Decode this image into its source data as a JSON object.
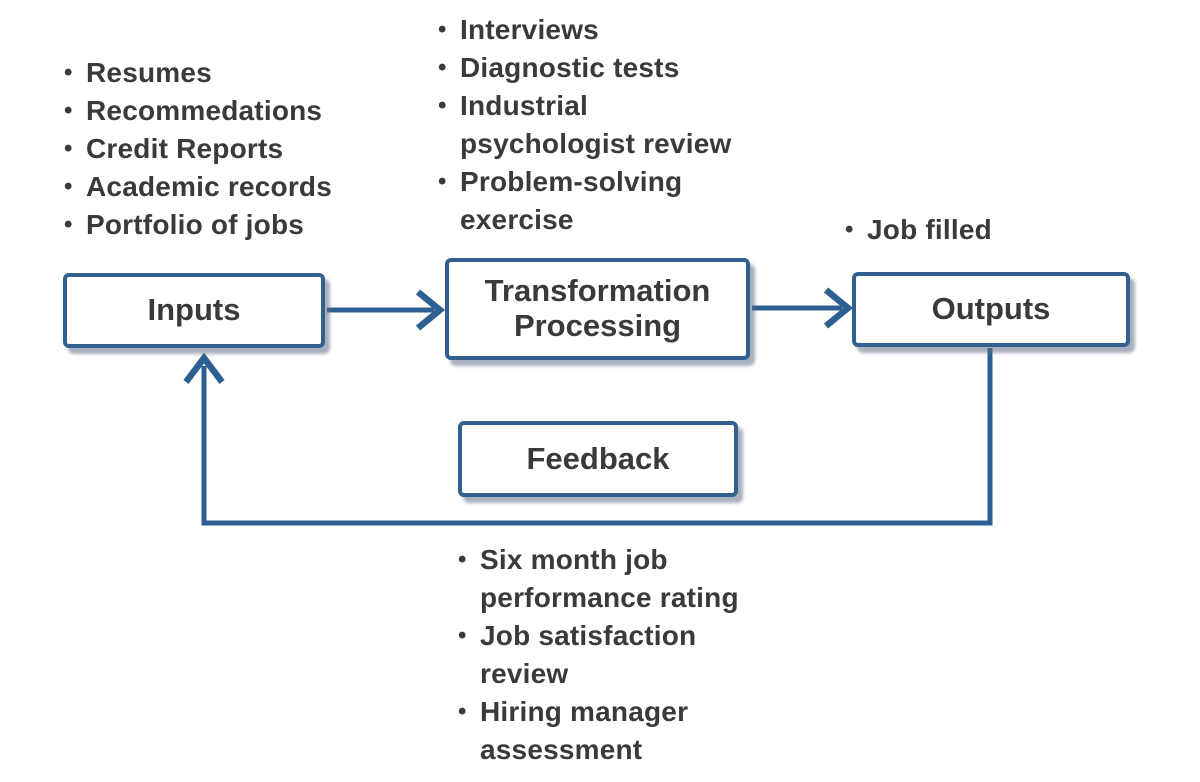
{
  "title": "Hiring process input-process-output diagram",
  "colors": {
    "accent": "#34608f",
    "arrow": "#2e5f92",
    "text": "#3a3a3a",
    "box_fill": "#ffffff",
    "background": "#ffffff"
  },
  "boxes": {
    "inputs": "Inputs",
    "transformation": "Transformation\nProcessing",
    "outputs": "Outputs",
    "feedback": "Feedback"
  },
  "lists": {
    "inputs": {
      "items": [
        "Resumes",
        "Recommedations",
        "Credit Reports",
        "Academic records",
        "Portfolio of jobs"
      ]
    },
    "processing": {
      "items": [
        "Interviews",
        "Diagnostic tests",
        "Industrial\npsychologist review",
        "Problem-solving\nexercise"
      ]
    },
    "outputs": {
      "items": [
        "Job filled"
      ]
    },
    "feedback": {
      "items": [
        "Six month job\nperformance rating",
        "Job satisfaction\nreview",
        "Hiring manager\nassessment"
      ]
    }
  },
  "connections": [
    {
      "from": "Inputs",
      "to": "Transformation Processing",
      "type": "arrow"
    },
    {
      "from": "Transformation Processing",
      "to": "Outputs",
      "type": "arrow"
    },
    {
      "from": "Outputs",
      "to": "Inputs",
      "type": "feedback-loop-arrow"
    }
  ]
}
